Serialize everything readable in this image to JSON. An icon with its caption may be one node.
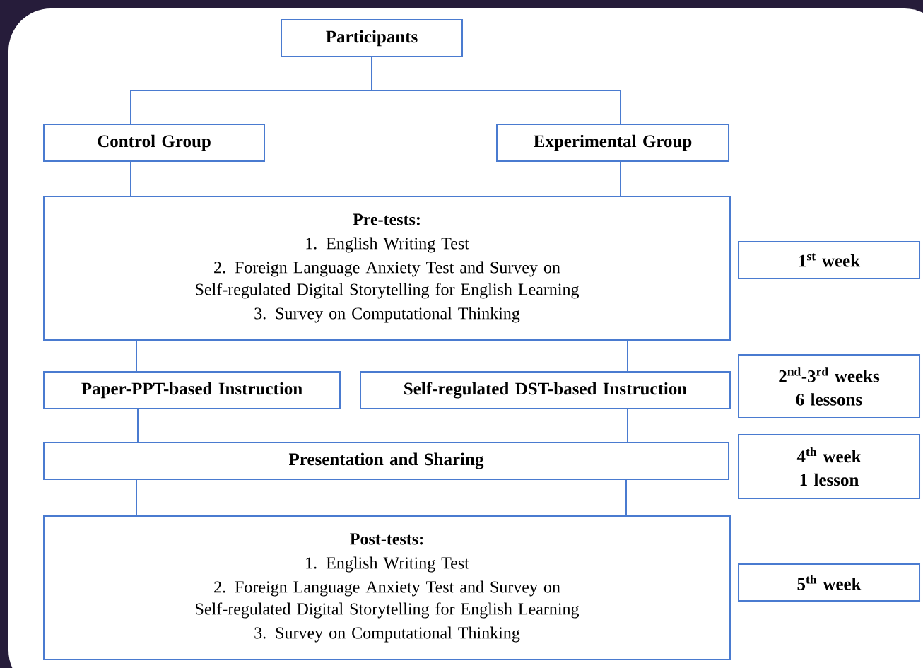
{
  "diagram": {
    "nodes": [
      {
        "text": [
          "Participants"
        ]
      },
      {
        "text": [
          "Control Group"
        ]
      },
      {
        "text": [
          "Experimental Group"
        ]
      },
      {
        "text": [
          "Pre-tests:",
          "1. English Writing Test",
          "2. Foreign Language Anxiety Test and Survey on Self-regulated Digital Storytelling for English Learning",
          "3. Survey on Computational Thinking"
        ]
      },
      {
        "text": [
          "Paper-PPT-based Instruction"
        ]
      },
      {
        "text": [
          "Self-regulated DST-based Instruction"
        ]
      },
      {
        "text": [
          "Presentation and Sharing"
        ]
      },
      {
        "text": [
          "Post-tests:",
          "1. English Writing Test",
          "2. Foreign Language Anxiety Test and Survey on Self-regulated Digital Storytelling for English Learning",
          "3. Survey on Computational Thinking"
        ]
      },
      {
        "text": [
          "1$^{st}$ week"
        ]
      },
      {
        "text": [
          "2$^{nd}$-3$^{rd}$ weeks",
          "6 lessons"
        ]
      },
      {
        "text": [
          "4$^{th}$ week",
          "1 lesson"
        ]
      },
      {
        "text": [
          "5$^{th}$ week"
        ]
      }
    ],
    "edges": [
      {
        "from": 0,
        "to": 1,
        "arrow": "none"
      },
      {
        "from": 0,
        "to": 2,
        "arrow": "none"
      },
      {
        "from": 1,
        "to": 3,
        "arrow": "none"
      },
      {
        "from": 2,
        "to": 3,
        "arrow": "none"
      },
      {
        "from": 3,
        "to": 4,
        "arrow": "none"
      },
      {
        "from": 3,
        "to": 5,
        "arrow": "none"
      },
      {
        "from": 4,
        "to": 6,
        "arrow": "none"
      },
      {
        "from": 5,
        "to": 6,
        "arrow": "none"
      },
      {
        "from": 6,
        "to": 7,
        "arrow": "none"
      },
      {
        "from": 6,
        "to": 7,
        "arrow": "none"
      }
    ]
  }
}
